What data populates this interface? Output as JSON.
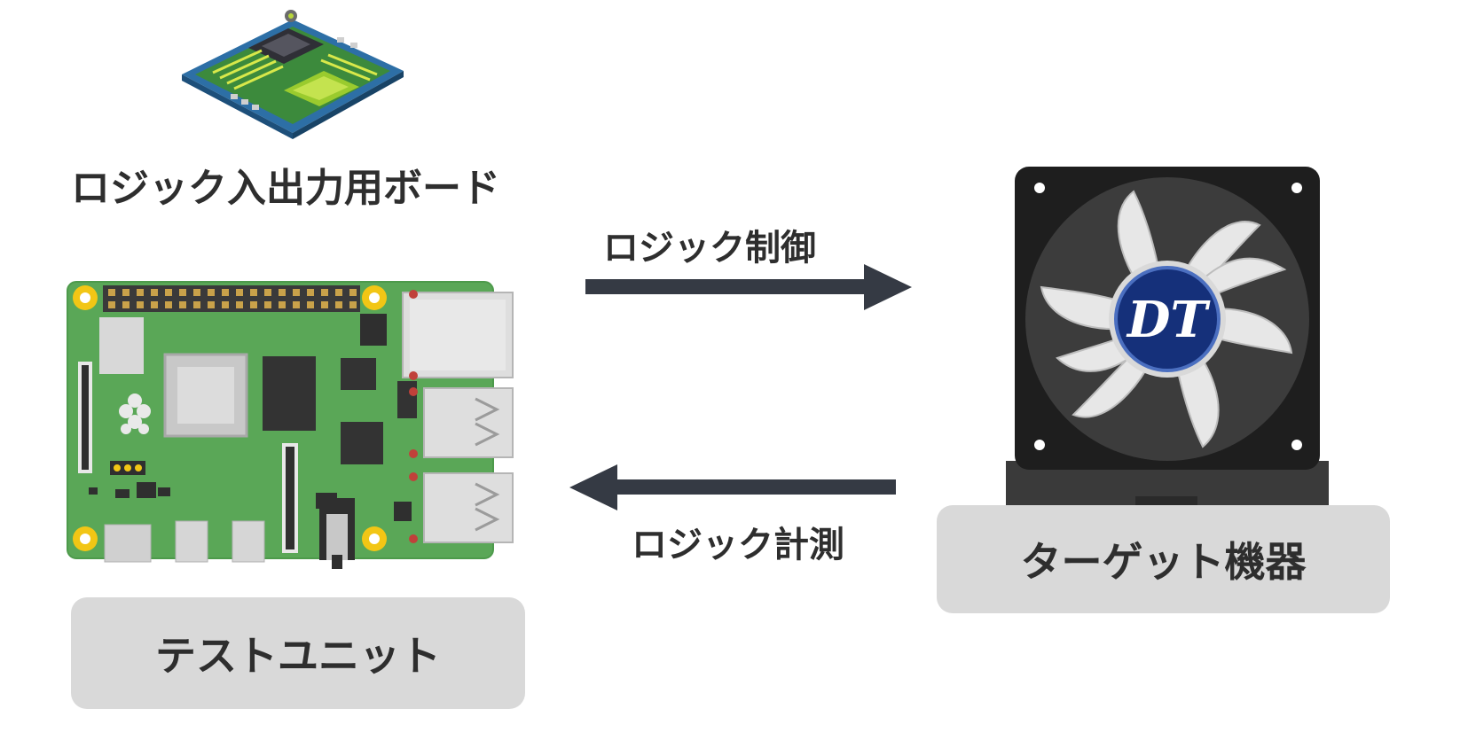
{
  "labels": {
    "logic_board": "ロジック入出力用ボード",
    "logic_control": "ロジック制御",
    "logic_measure": "ロジック計測",
    "test_unit": "テストユニット",
    "target_device": "ターゲット機器"
  },
  "fan_logo": {
    "text": "DT"
  },
  "colors": {
    "arrow": "#353a44",
    "pill": "#d9d9d9",
    "pcb_green": "#5aa757",
    "fan_frame": "#1e1e1e",
    "logo_blue": "#15307a"
  },
  "icons": {
    "logic_board": "pcb-board-icon",
    "test_unit": "raspberry-pi-board-icon",
    "target_device": "cooling-fan-icon"
  }
}
